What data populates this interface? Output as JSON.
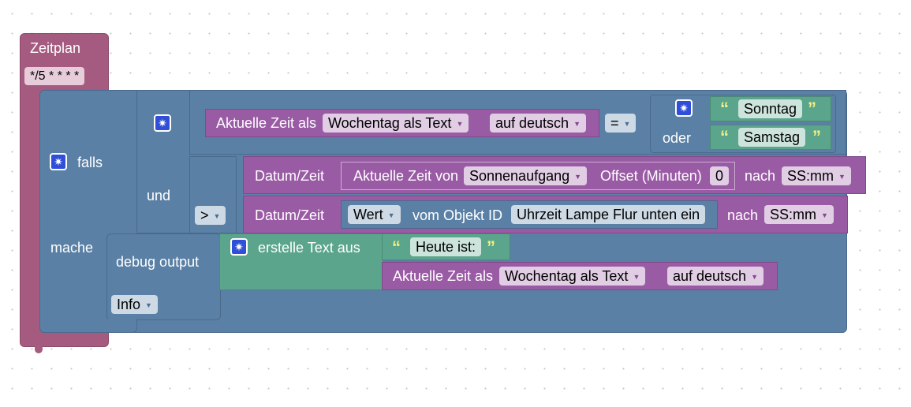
{
  "schedule": {
    "label": "Zeitplan",
    "cron": "*/5 * * * *"
  },
  "if_block": {
    "falls": "falls",
    "mache": "mache",
    "und": "und",
    "oder": "oder"
  },
  "row1": {
    "current_time_label": "Aktuelle Zeit als",
    "format_option": "Wochentag als Text",
    "language_option": "auf deutsch",
    "operator": "=",
    "text1": "Sonntag",
    "text2": "Samstag"
  },
  "row2": {
    "date_time_label": "Datum/Zeit",
    "current_time_of": "Aktuelle Zeit von",
    "event_option": "Sonnenaufgang",
    "offset_label": "Offset (Minuten)",
    "offset_value": "0",
    "nach": "nach",
    "format_option": "SS:mm"
  },
  "compare_operator": ">",
  "row3": {
    "date_time_label": "Datum/Zeit",
    "value_option": "Wert",
    "object_id_label": "vom Objekt ID",
    "object_id": "Uhrzeit Lampe Flur unten ein",
    "nach": "nach",
    "format_option": "SS:mm"
  },
  "debug": {
    "label": "debug output",
    "level": "Info"
  },
  "create_text": {
    "label": "erstelle Text aus",
    "text": "Heute ist:",
    "current_time_label": "Aktuelle Zeit als",
    "format_option": "Wochentag als Text",
    "language_option": "auf deutsch"
  },
  "icons": {
    "gear": "gear-icon",
    "dropdown": "dropdown-arrow-icon",
    "quote_open": "quote-open-icon",
    "quote_close": "quote-close-icon"
  },
  "colors": {
    "schedule_block": "#a55b80",
    "logic_block": "#5b80a5",
    "time_block": "#9a5ba5",
    "text_block": "#5ba58c",
    "mutator_gear": "#2f4fd8",
    "quote": "#f4f080"
  }
}
